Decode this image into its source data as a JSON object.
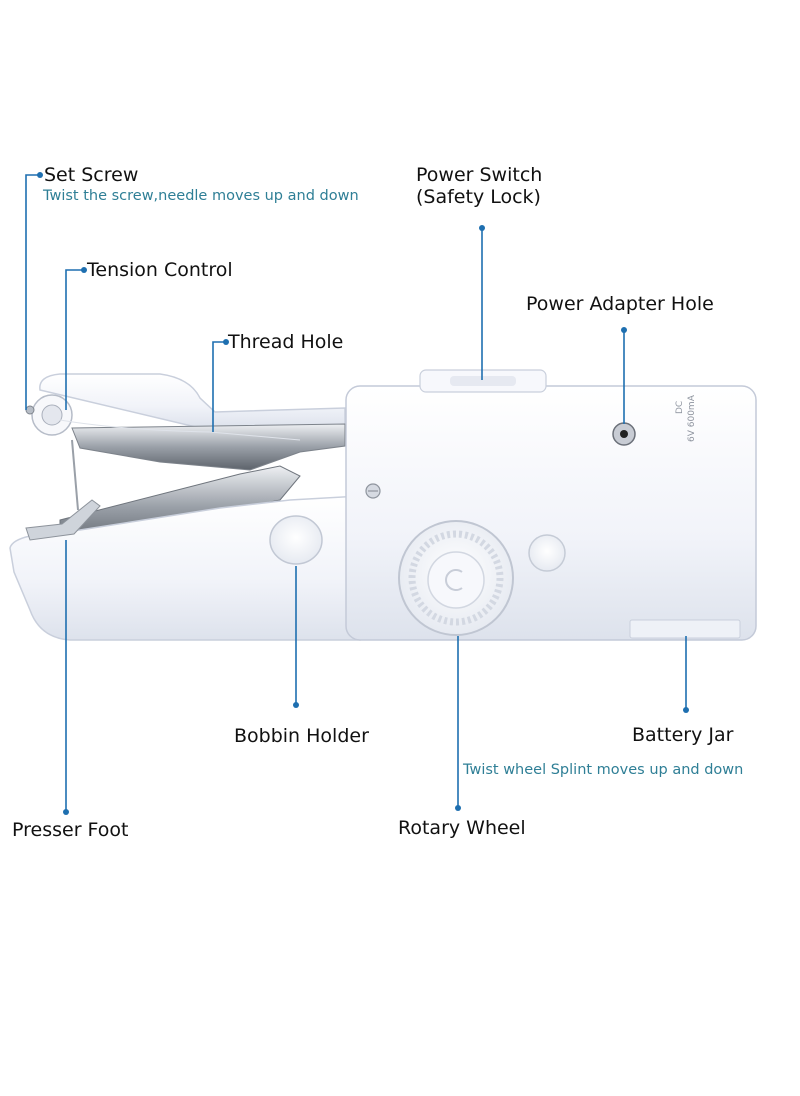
{
  "labels": {
    "set_screw": "Set Screw",
    "set_screw_note": "Twist the screw,needle moves up and down",
    "tension_control": "Tension Control",
    "thread_hole": "Thread Hole",
    "power_switch_line1": "Power Switch",
    "power_switch_line2": "(Safety Lock)",
    "power_adapter_hole": "Power Adapter Hole",
    "bobbin_holder": "Bobbin Holder",
    "battery_jar": "Battery Jar",
    "rotary_wheel_note": "Twist wheel Splint moves up and down",
    "presser_foot": "Presser Foot",
    "rotary_wheel": "Rotary Wheel"
  },
  "device_markings": {
    "voltage": "DC",
    "rating": "6V 600mA"
  },
  "colors": {
    "leader_line": "#1e6fb0",
    "note_text": "#2f7f96",
    "label_text": "#111111",
    "body_white": "#f4f6fb",
    "body_shadow": "#c9cfdc"
  }
}
